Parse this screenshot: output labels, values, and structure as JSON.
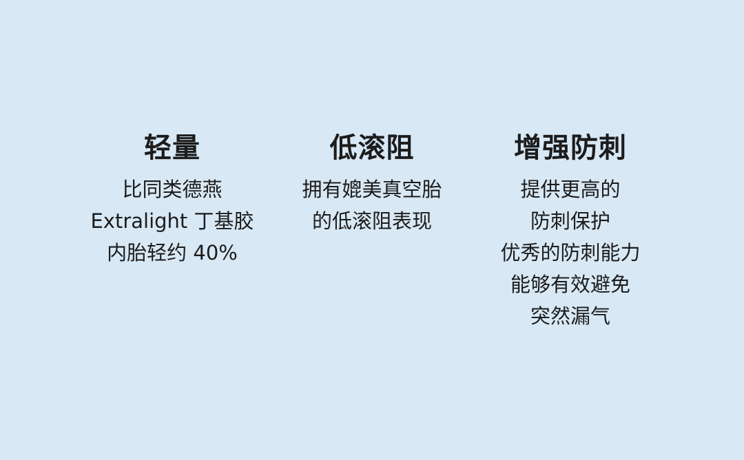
{
  "features": [
    {
      "title": "轻量",
      "lines": [
        "比同类德燕",
        "Extralight 丁基胶",
        "内胎轻约 40%"
      ]
    },
    {
      "title": "低滚阻",
      "lines": [
        "拥有媲美真空胎",
        "的低滚阻表现"
      ]
    },
    {
      "title": "增强防刺",
      "lines": [
        "提供更高的",
        "防刺保护",
        "优秀的防刺能力",
        "能够有效避免",
        "突然漏气"
      ]
    }
  ],
  "colors": {
    "background": "#d8e8f5",
    "text": "#1c1c1c"
  }
}
